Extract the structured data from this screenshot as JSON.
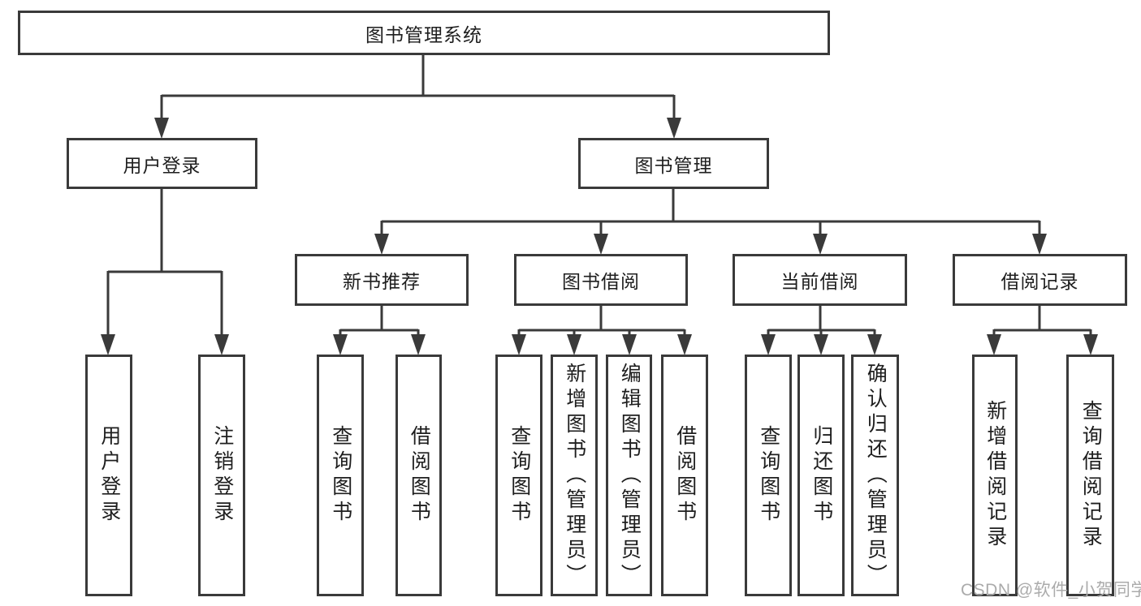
{
  "diagram": {
    "title_node": {
      "label": "图书管理系统"
    },
    "level2": {
      "user_login": {
        "label": "用户登录"
      },
      "book_management": {
        "label": "图书管理"
      }
    },
    "level3": {
      "new_book_rec": {
        "label": "新书推荐"
      },
      "book_borrow": {
        "label": "图书借阅"
      },
      "current_borrow": {
        "label": "当前借阅"
      },
      "borrow_records": {
        "label": "借阅记录"
      }
    },
    "leaves": [
      {
        "label": "用户登录",
        "parent": "用户登录"
      },
      {
        "label": "注销登录",
        "parent": "用户登录"
      },
      {
        "label": "查询图书",
        "parent": "新书推荐"
      },
      {
        "label": "借阅图书",
        "parent": "新书推荐"
      },
      {
        "label": "查询图书",
        "parent": "图书借阅"
      },
      {
        "label": "新增图书（管理员）",
        "parent": "图书借阅"
      },
      {
        "label": "编辑图书（管理员）",
        "parent": "图书借阅"
      },
      {
        "label": "借阅图书",
        "parent": "图书借阅"
      },
      {
        "label": "查询图书",
        "parent": "当前借阅"
      },
      {
        "label": "归还图书",
        "parent": "当前借阅"
      },
      {
        "label": "确认归还（管理员）",
        "parent": "当前借阅"
      },
      {
        "label": "新增借阅记录",
        "parent": "借阅记录"
      },
      {
        "label": "查询借阅记录",
        "parent": "借阅记录"
      }
    ]
  },
  "watermark": {
    "text": "CSDN @软件_小贺同学",
    "color": "#ababab"
  },
  "colors": {
    "line": "#3a3a3a",
    "box_border": "#3a3a3a",
    "text": "#1e1e1e",
    "background": "#ffffff"
  }
}
